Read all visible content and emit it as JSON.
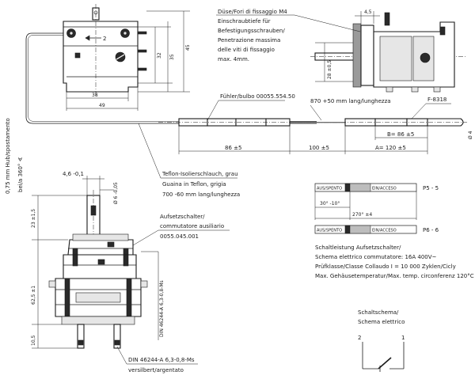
{
  "top_dims": {
    "d38": "38",
    "d49": "49",
    "d32": "32",
    "d35": "35",
    "d45": "45"
  },
  "nozzle_note": {
    "line1": "Düse/Fori di fissaggio M4",
    "line2": "Einschraubtiefe für",
    "line3": "Befestigungsschrauben/",
    "line4": "Penetrazione massima",
    "line5": "delle viti di fissaggio",
    "line6": "max. 4mm."
  },
  "side_dims": {
    "d45b": "4,5",
    "d28": "28 ±0,5"
  },
  "capillary": {
    "bulb_label": "Fühler/bulbo 00055.554.50",
    "length_label": "870 +50 mm lang/lunghezza",
    "f_label": "F-8318",
    "d86": "86 ±5",
    "d100": "100 ±5",
    "dB": "B= 86 ±5",
    "dA": "A= 120 ±5",
    "d4": "Ø 4"
  },
  "teflon": {
    "line1": "Teflon-Isolierschlauch, grau",
    "line2": "Guaina in Teflon, grigia",
    "line3": "700 -60 mm lang/lunghezza"
  },
  "left_vertical": {
    "line1": "0,75 mm Hub/spostamento",
    "line2": "bei/a 360° ∢"
  },
  "shaft_dims": {
    "d46": "4,6 -0,1",
    "d6": "Ø 6 -0,05",
    "d23": "23 ±1,5",
    "d625": "62,5 ±1",
    "d105": "10,5"
  },
  "aux_switch": {
    "line1": "Aufsetzschalter/",
    "line2": "commutatore ausiliario",
    "line3": "0055.045.001"
  },
  "din_vertical": "DIN 46244-A 6,3-0,8-Ms",
  "din_bottom": {
    "line1": "DIN 46244-A 6,3-0,8-Ms",
    "line2": "versilbert/argentato"
  },
  "scale_p5": {
    "off_label": "AUS/SPENTO",
    "on_label": "EIN/ACCESO",
    "code": "P5 - 5"
  },
  "angles": {
    "a30": "30° -10°",
    "a270": "270° ±4"
  },
  "scale_p6": {
    "off_label": "AUS/SPENTO",
    "on_label": "EIN/ACCESO",
    "code": "P6 - 6"
  },
  "spec_note": {
    "line1": "Schaltleistung Aufsetzschalter/",
    "line2": "Schema elettrico commutatore: 16A 400V~",
    "line3": "Prüfklasse/Classe Collaudo  I = 10 000 Zyklen/Cicly",
    "line4": "Max. Gehäusetemperatur/Max. temp. circonferenz 120°C"
  },
  "schematic": {
    "line1": "Schaltschema/",
    "line2": "Schema elettrico",
    "t2": "2",
    "t1": "1"
  },
  "body_mark": "2"
}
